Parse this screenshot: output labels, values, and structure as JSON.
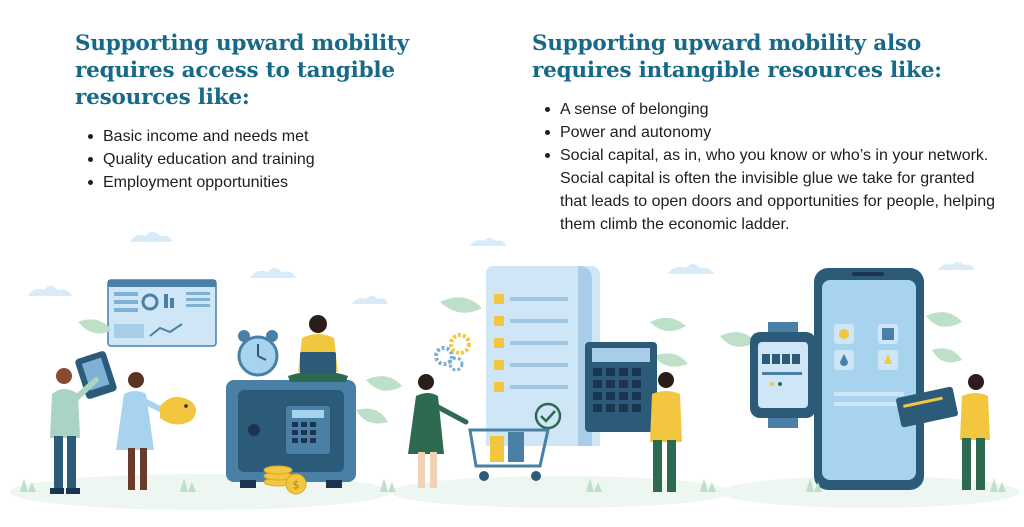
{
  "left": {
    "heading": "Supporting upward mobility requires access to tangible resources like:",
    "items": [
      "Basic income and needs met",
      "Quality education and training",
      "Employment opportunities"
    ]
  },
  "right": {
    "heading": "Supporting upward mobility also requires intangible resources like:",
    "items": [
      "A sense of belonging",
      "Power and autonomy",
      "Social capital, as in, who you know or who’s in your network. Social capital is often the invisible glue we take for granted that leads to open doors and opportunities for people, helping them climb the economic ladder."
    ]
  },
  "colors": {
    "heading": "#176a87",
    "navy": "#2c5b7a",
    "steel": "#4a7fa6",
    "light_blue": "#cfe6f6",
    "leaf_green": "#bfe0c8",
    "yellow": "#f3c63f",
    "dark_green": "#2e6a4f"
  },
  "icons": [
    "calculator-icon",
    "piggy-bank-icon",
    "safe-icon",
    "alarm-clock-icon",
    "laptop-icon",
    "coins-icon",
    "gears-icon",
    "checklist-icon",
    "shopping-cart-icon",
    "phone-icon",
    "smartwatch-icon",
    "credit-card-icon",
    "dashboard-icon"
  ],
  "illustration": {
    "coin_symbol": "$"
  }
}
